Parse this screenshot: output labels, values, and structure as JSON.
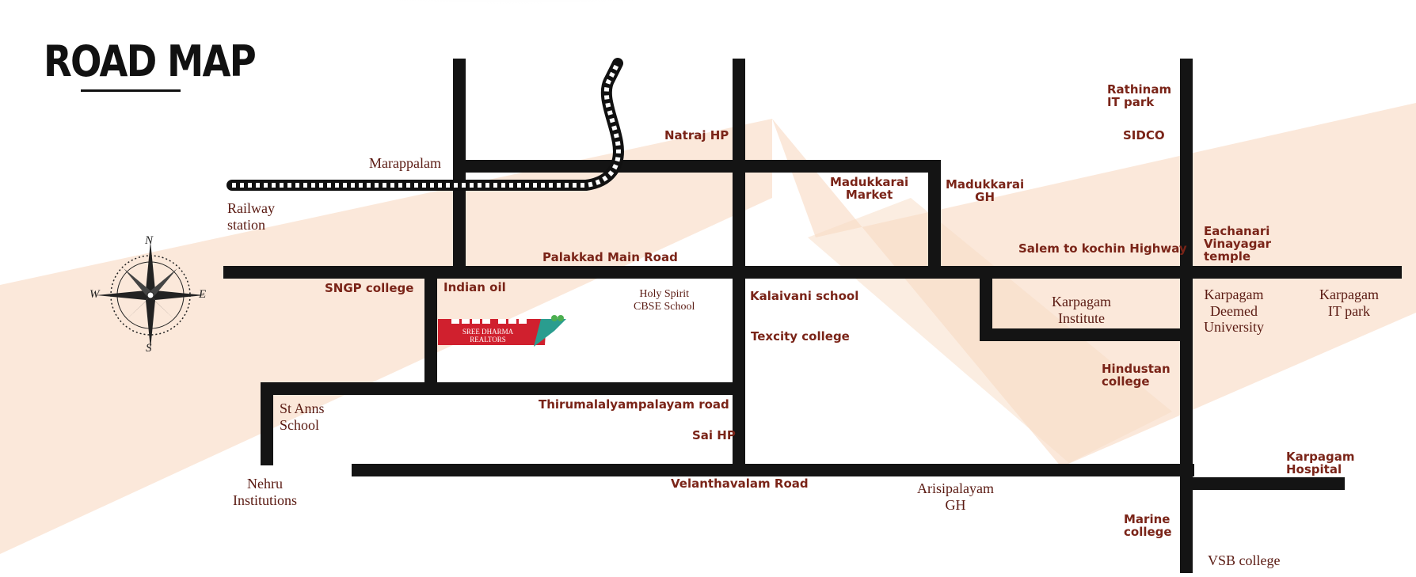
{
  "title": "ROAD MAP",
  "compass": {
    "north": "N",
    "south": "S",
    "east": "E",
    "west": "W"
  },
  "realtor": {
    "line1": "SREE DHARMA",
    "line2": "REALTORS"
  },
  "roads": {
    "palakkad": "Palakkad Main Road",
    "salem": "Salem to kochin Highway",
    "thirumalai": "Thirumalalyampalayam road",
    "velanthavalam": "Velanthavalam Road"
  },
  "landmarks": {
    "rathinam": "Rathinam\nIT park",
    "sidco": "SIDCO",
    "natraj": "Natraj HP",
    "marappalam": "Marappalam",
    "railway": "Railway\nstation",
    "madukkarai_market": "Madukkarai\nMarket",
    "madukkarai_gh": "Madukkarai\nGH",
    "eachanari": "Eachanari\nVinayagar\ntemple",
    "sngp": "SNGP college",
    "indian_oil": "Indian oil",
    "holy_spirit": "Holy Spirit\nCBSE School",
    "kalaivani": "Kalaivani school",
    "karpagam_institute": "Karpagam\nInstitute",
    "karpagam_university": "Karpagam\nDeemed\nUniversity",
    "karpagam_it": "Karpagam\nIT park",
    "texcity": "Texcity college",
    "hindustan": "Hindustan\ncollege",
    "st_anns": "St Anns\nSchool",
    "sai_hp": "Sai HP",
    "nehru": "Nehru\nInstitutions",
    "arisipalayam": "Arisipalayam\nGH",
    "karpagam_hospital": "Karpagam\nHospital",
    "marine": "Marine\ncollege",
    "vsb": "VSB  college"
  },
  "colors": {
    "road": "#141414",
    "label": "#7a2418",
    "realtor_red": "#d0202e",
    "realtor_teal": "#2a9d8f",
    "backdrop_band": "#fbe6d6"
  }
}
